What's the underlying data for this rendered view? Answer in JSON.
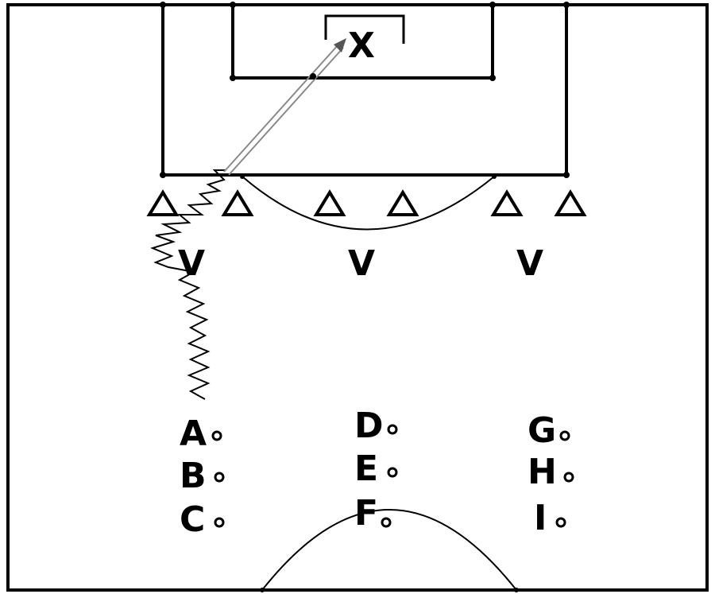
{
  "diagram": {
    "target_label": "X",
    "defender_label": "V",
    "players": {
      "col1": [
        "A",
        "B",
        "C"
      ],
      "col2": [
        "D",
        "E",
        "F"
      ],
      "col3": [
        "G",
        "H",
        "I"
      ]
    },
    "colors": {
      "lines": "#000000",
      "pass": "#9a9a9a",
      "background": "#ffffff"
    }
  }
}
